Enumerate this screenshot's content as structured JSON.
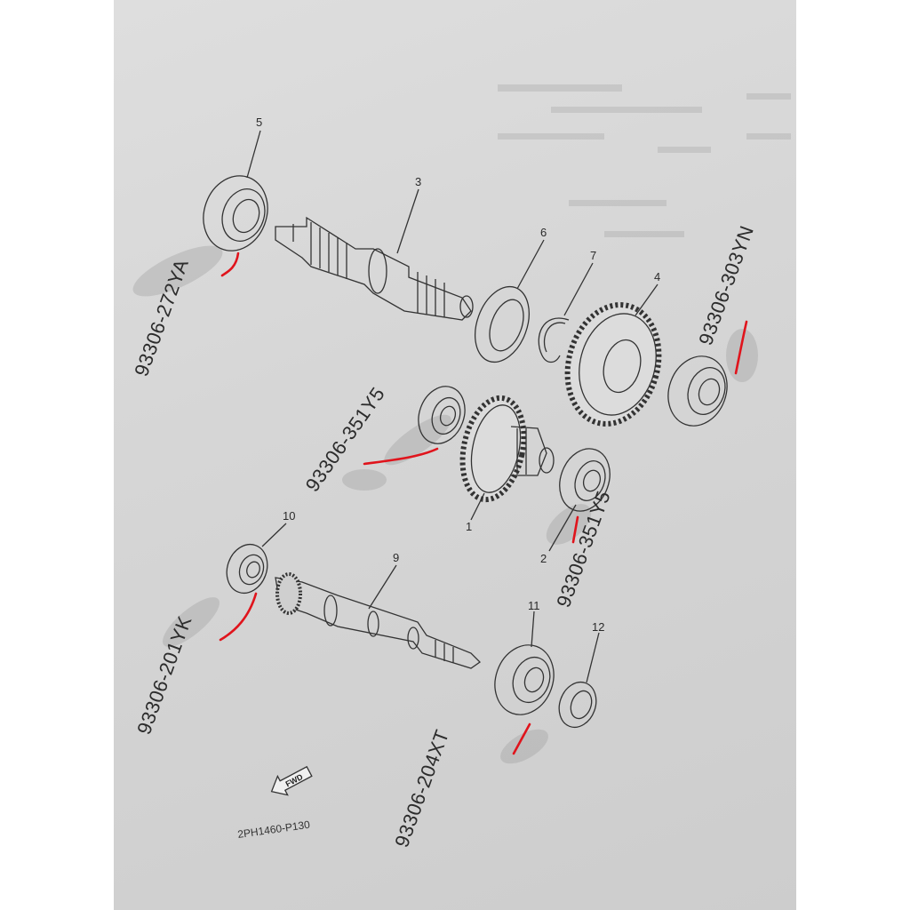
{
  "diagram": {
    "callouts": [
      {
        "id": "c1",
        "number": "1"
      },
      {
        "id": "c2",
        "number": "2"
      },
      {
        "id": "c3",
        "number": "3"
      },
      {
        "id": "c4",
        "number": "4"
      },
      {
        "id": "c5",
        "number": "5"
      },
      {
        "id": "c6",
        "number": "6"
      },
      {
        "id": "c7",
        "number": "7"
      },
      {
        "id": "c9",
        "number": "9"
      },
      {
        "id": "c10",
        "number": "10"
      },
      {
        "id": "c11",
        "number": "11"
      },
      {
        "id": "c12",
        "number": "12"
      }
    ],
    "handwritten_part_numbers": [
      {
        "id": "h1",
        "text": "93306-272YA"
      },
      {
        "id": "h2",
        "text": "93306-303YN"
      },
      {
        "id": "h3",
        "text": "93306-351Y5"
      },
      {
        "id": "h4",
        "text": "93306-351Y5"
      },
      {
        "id": "h5",
        "text": "93306-201YK"
      },
      {
        "id": "h6",
        "text": "93306-204XT"
      }
    ],
    "fwd_label": "FWD",
    "doc_code": "2PH1460-P130",
    "colors": {
      "paper": "#d6d6d6",
      "ink": "#333333",
      "marker": "#e0141c"
    }
  }
}
